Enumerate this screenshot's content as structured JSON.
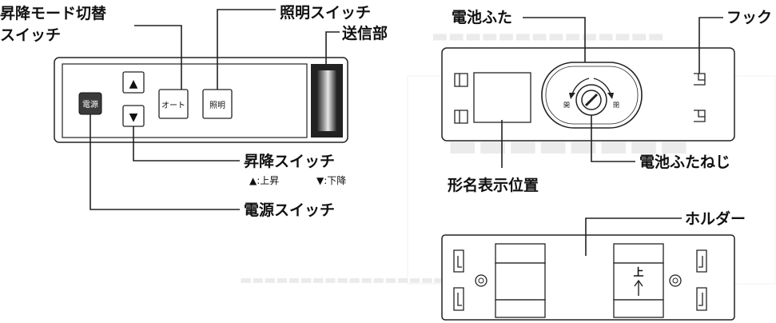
{
  "remote": {
    "labels": {
      "mode_switch": "昇降モード切替",
      "mode_switch_2": "スイッチ",
      "light_switch": "照明スイッチ",
      "transmitter": "送信部",
      "updown_switch": "昇降スイッチ",
      "up_legend": "▲:上昇",
      "down_legend": "▼:下降",
      "power_switch": "電源スイッチ"
    },
    "buttons": {
      "power": "電源",
      "up": "▲",
      "down": "▼",
      "auto": "オート",
      "light": "照明"
    }
  },
  "back": {
    "labels": {
      "battery_cover": "電池ふた",
      "hook": "フック",
      "cover_screw": "電池ふたねじ",
      "model_position": "形名表示位置"
    },
    "lock_marks": {
      "open": "開",
      "close": "閉"
    }
  },
  "holder": {
    "labels": {
      "holder": "ホルダー"
    },
    "marks": {
      "up": "上"
    }
  }
}
